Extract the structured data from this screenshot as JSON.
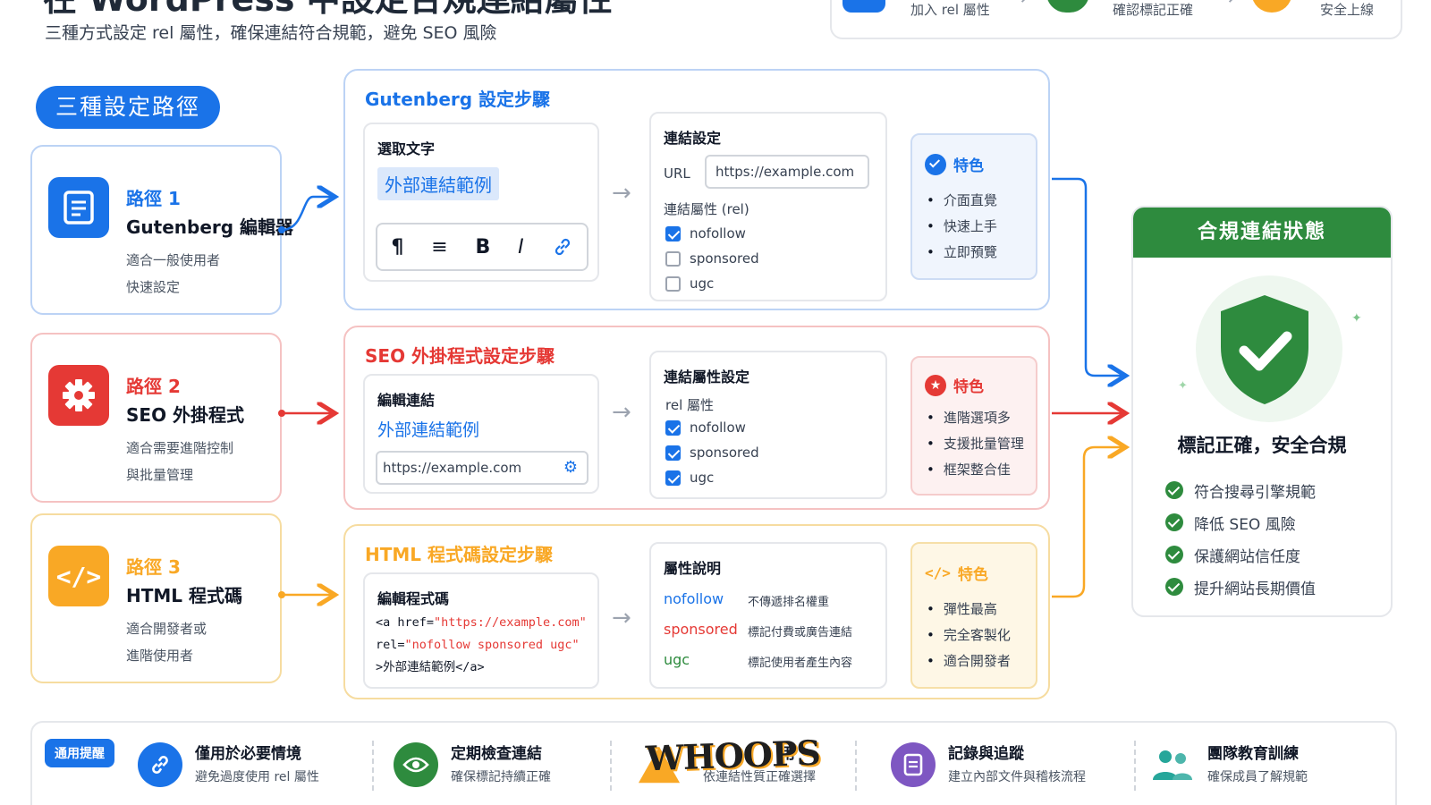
{
  "header": {
    "title": "在 WordPress 中設定合規連結屬性",
    "subtitle": "三種方式設定 rel 屬性，確保連結符合規範，避免 SEO 風險",
    "flow": [
      "加入 rel 屬性",
      "確認標記正確",
      "安全上線"
    ]
  },
  "routes_label": "三種設定路徑",
  "routes": [
    {
      "name": "路徑 1",
      "title": "Gutenberg 編輯器",
      "desc": "適合一般使用者\n快速設定",
      "icon": "document-icon"
    },
    {
      "name": "路徑 2",
      "title": "SEO 外掛程式",
      "desc": "適合需要進階控制\n與批量管理",
      "icon": "gear-icon"
    },
    {
      "name": "路徑 3",
      "title": "HTML 程式碼",
      "desc": "適合開發者或\n進階使用者",
      "icon": "code-icon"
    }
  ],
  "gutenberg": {
    "title": "Gutenberg 設定步驟",
    "select_label": "選取文字",
    "selected_text": "外部連結範例",
    "toolbar": [
      "¶",
      "≡",
      "B",
      "I",
      "link-icon"
    ],
    "link_title": "連結設定",
    "url_label": "URL",
    "url_value": "https://example.com",
    "rel_label": "連結屬性 (rel)",
    "options": [
      {
        "label": "nofollow",
        "checked": true
      },
      {
        "label": "sponsored",
        "checked": false
      },
      {
        "label": "ugc",
        "checked": false
      }
    ],
    "feature_title": "特色",
    "features": [
      "介面直覺",
      "快速上手",
      "立即預覽"
    ]
  },
  "seo": {
    "title": "SEO 外掛程式設定步驟",
    "edit_label": "編輯連結",
    "link_text": "外部連結範例",
    "url_value": "https://example.com",
    "attr_title": "連結屬性設定",
    "rel_label": "rel 屬性",
    "options": [
      {
        "label": "nofollow",
        "checked": true
      },
      {
        "label": "sponsored",
        "checked": true
      },
      {
        "label": "ugc",
        "checked": true
      }
    ],
    "feature_title": "特色",
    "features": [
      "進階選項多",
      "支援批量管理",
      "框架整合佳"
    ]
  },
  "html": {
    "title": "HTML 程式碼設定步驟",
    "edit_label": "編輯程式碼",
    "code": {
      "l1_open": "<a href=",
      "l1_url": "\"https://example.com\"",
      "l2_attr": "rel=",
      "l2_val1": "\"nofollow",
      "l2_val2": "sponsored",
      "l2_val3": "ugc\"",
      "l3": ">外部連結範例</a>"
    },
    "attr_title": "屬性說明",
    "attrs": [
      {
        "name": "nofollow",
        "desc": "不傳遞排名權重",
        "color": "#1a73e8"
      },
      {
        "name": "sponsored",
        "desc": "標記付費或廣告連結",
        "color": "#e53935"
      },
      {
        "name": "ugc",
        "desc": "標記使用者產生內容",
        "color": "#2e8b3e"
      }
    ],
    "feature_title": "特色",
    "features": [
      "彈性最高",
      "完全客製化",
      "適合開發者"
    ]
  },
  "status": {
    "header": "合規連結狀態",
    "headline": "標記正確，安全合規",
    "items": [
      "符合搜尋引擎規範",
      "降低 SEO 風險",
      "保護網站信任度",
      "提升網站長期價值"
    ]
  },
  "tips": {
    "badge": "通用提醒",
    "items": [
      {
        "title": "僅用於必要情境",
        "desc": "避免過度使用 rel 屬性"
      },
      {
        "title": "定期檢查連結",
        "desc": "確保標記持續正確"
      },
      {
        "title": "用",
        "desc": "依連結性質正確選擇"
      },
      {
        "title": "記錄與追蹤",
        "desc": "建立內部文件與稽核流程"
      },
      {
        "title": "團隊教育訓練",
        "desc": "確保成員了解規範"
      }
    ],
    "stamp": "WHOOPS"
  },
  "colors": {
    "blue": "#1a73e8",
    "red": "#e53935",
    "orange": "#f9a825",
    "green": "#2e8b3e"
  }
}
